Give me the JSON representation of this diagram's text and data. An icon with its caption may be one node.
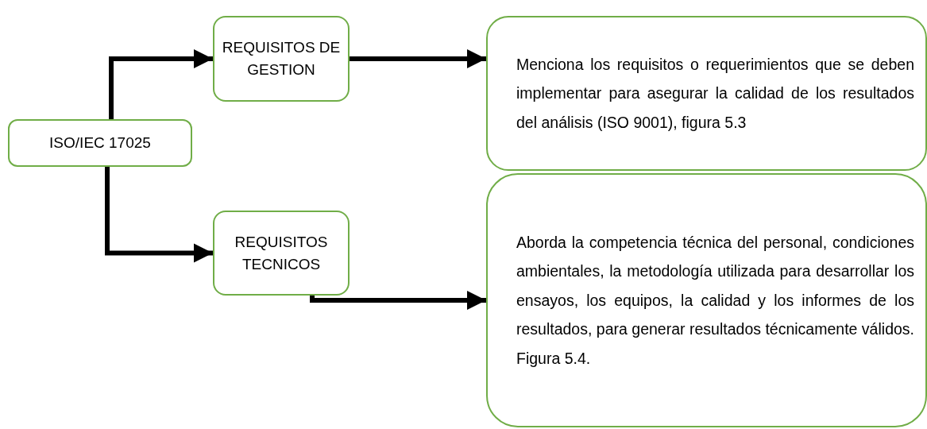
{
  "diagram": {
    "nodes": [
      {
        "text": [
          "ISO/IEC 17025"
        ]
      },
      {
        "text": [
          "REQUISITOS DE GESTION"
        ]
      },
      {
        "text": [
          "REQUISITOS TECNICOS"
        ]
      },
      {
        "text": [
          "Menciona los requisitos o requerimientos que se deben implementar para asegurar la calidad de los resultados del análisis (ISO 9001), figura 5.3"
        ]
      },
      {
        "text": [
          "Aborda la competencia técnica del personal, condiciones ambientales, la metodología utilizada para desarrollar los ensayos, los equipos, la calidad y los informes de los resultados, para generar resultados técnicamente válidos. Figura 5.4."
        ]
      }
    ],
    "edges": [
      {
        "from": 0,
        "to": 1,
        "arrow": "to"
      },
      {
        "from": 0,
        "to": 2,
        "arrow": "to"
      },
      {
        "from": 1,
        "to": 3,
        "arrow": "to"
      },
      {
        "from": 2,
        "to": 4,
        "arrow": "to"
      }
    ]
  }
}
